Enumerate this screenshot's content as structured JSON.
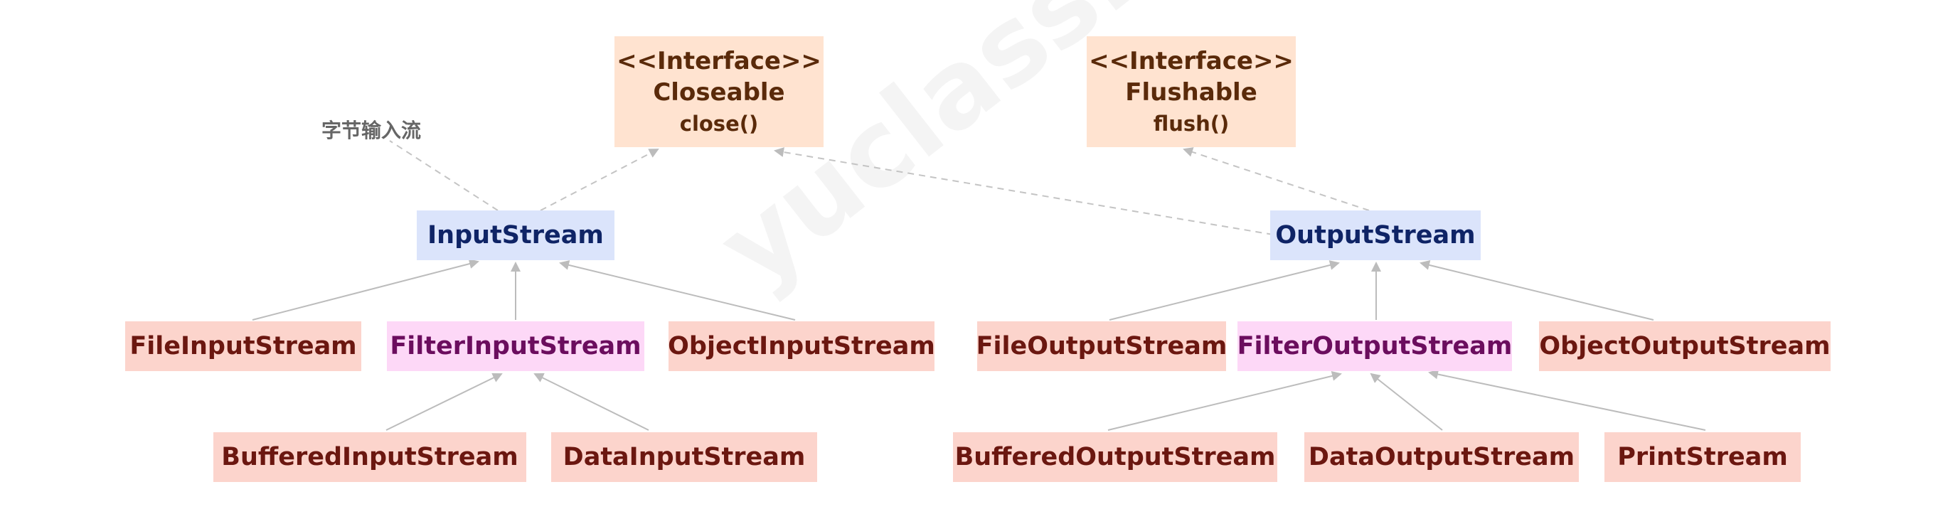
{
  "interfaces": {
    "closeable": {
      "stereotype": "<<Interface>>",
      "name": "Closeable",
      "method": "close()"
    },
    "flushable": {
      "stereotype": "<<Interface>>",
      "name": "Flushable",
      "method": "flush()"
    }
  },
  "note": "字节输入流",
  "watermark": "yuclass.com",
  "input": {
    "base": "InputStream",
    "file": "FileInputStream",
    "filter": "FilterInputStream",
    "object": "ObjectInputStream",
    "buffered": "BufferedInputStream",
    "data": "DataInputStream"
  },
  "output": {
    "base": "OutputStream",
    "file": "FileOutputStream",
    "filter": "FilterOutputStream",
    "object": "ObjectOutputStream",
    "buffered": "BufferedOutputStream",
    "data": "DataOutputStream",
    "print": "PrintStream"
  },
  "colors": {
    "interface_fill": "#ffe3d0",
    "base_fill": "#dbe4fb",
    "filter_fill": "#fdd8f7",
    "impl_fill": "#fcd4cc",
    "edge": "#bcbcbc"
  }
}
